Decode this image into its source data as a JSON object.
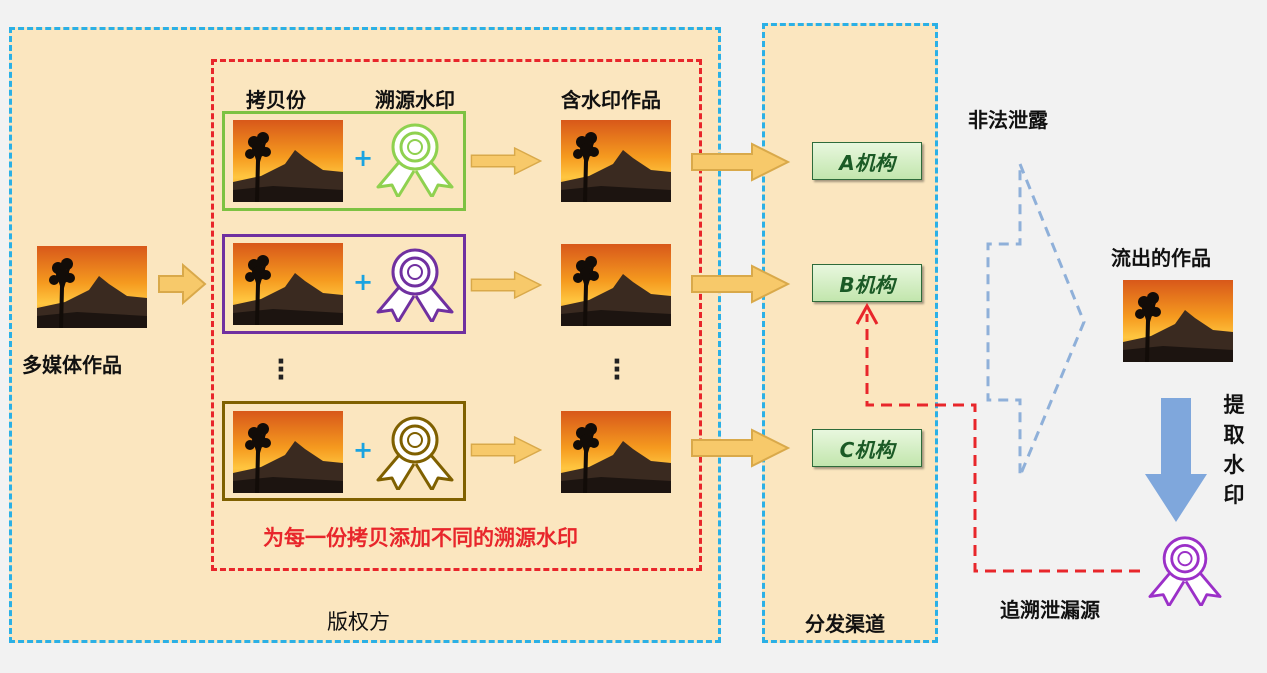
{
  "labels": {
    "multimedia_work": "多媒体作品",
    "copy": "拷贝份",
    "trace_watermark": "溯源水印",
    "watermarked_work": "含水印作品",
    "add_watermark_note": "为每一份拷贝添加不同的溯源水印",
    "owner": "版权方",
    "channel": "分发渠道",
    "illegal_leak": "非法泄露",
    "leaked_work": "流出的作品",
    "extract_watermark": "提取水印",
    "trace_leak": "追溯泄漏源",
    "plus": "+",
    "dots": "⋮"
  },
  "institutions": [
    "A机构",
    "B机构",
    "C机构"
  ],
  "colors": {
    "copy_box_1": "#7dc242",
    "copy_box_2": "#7030a0",
    "copy_box_3": "#7f6000",
    "ribbon_1": "#8fd14f",
    "ribbon_2": "#7030a0",
    "ribbon_3": "#7f6000",
    "ribbon_leak": "#9b30c8",
    "dashed_outer": "#2bb0e6",
    "dashed_red": "#e8262b",
    "arrow_fill": "#f7c96a",
    "leak_arrow": "#8fb0d9",
    "extract_arrow": "#7fa7dc"
  },
  "icons": [
    "photo-sunset-icon",
    "ribbon-icon",
    "arrow-right-icon",
    "arrow-down-icon"
  ]
}
